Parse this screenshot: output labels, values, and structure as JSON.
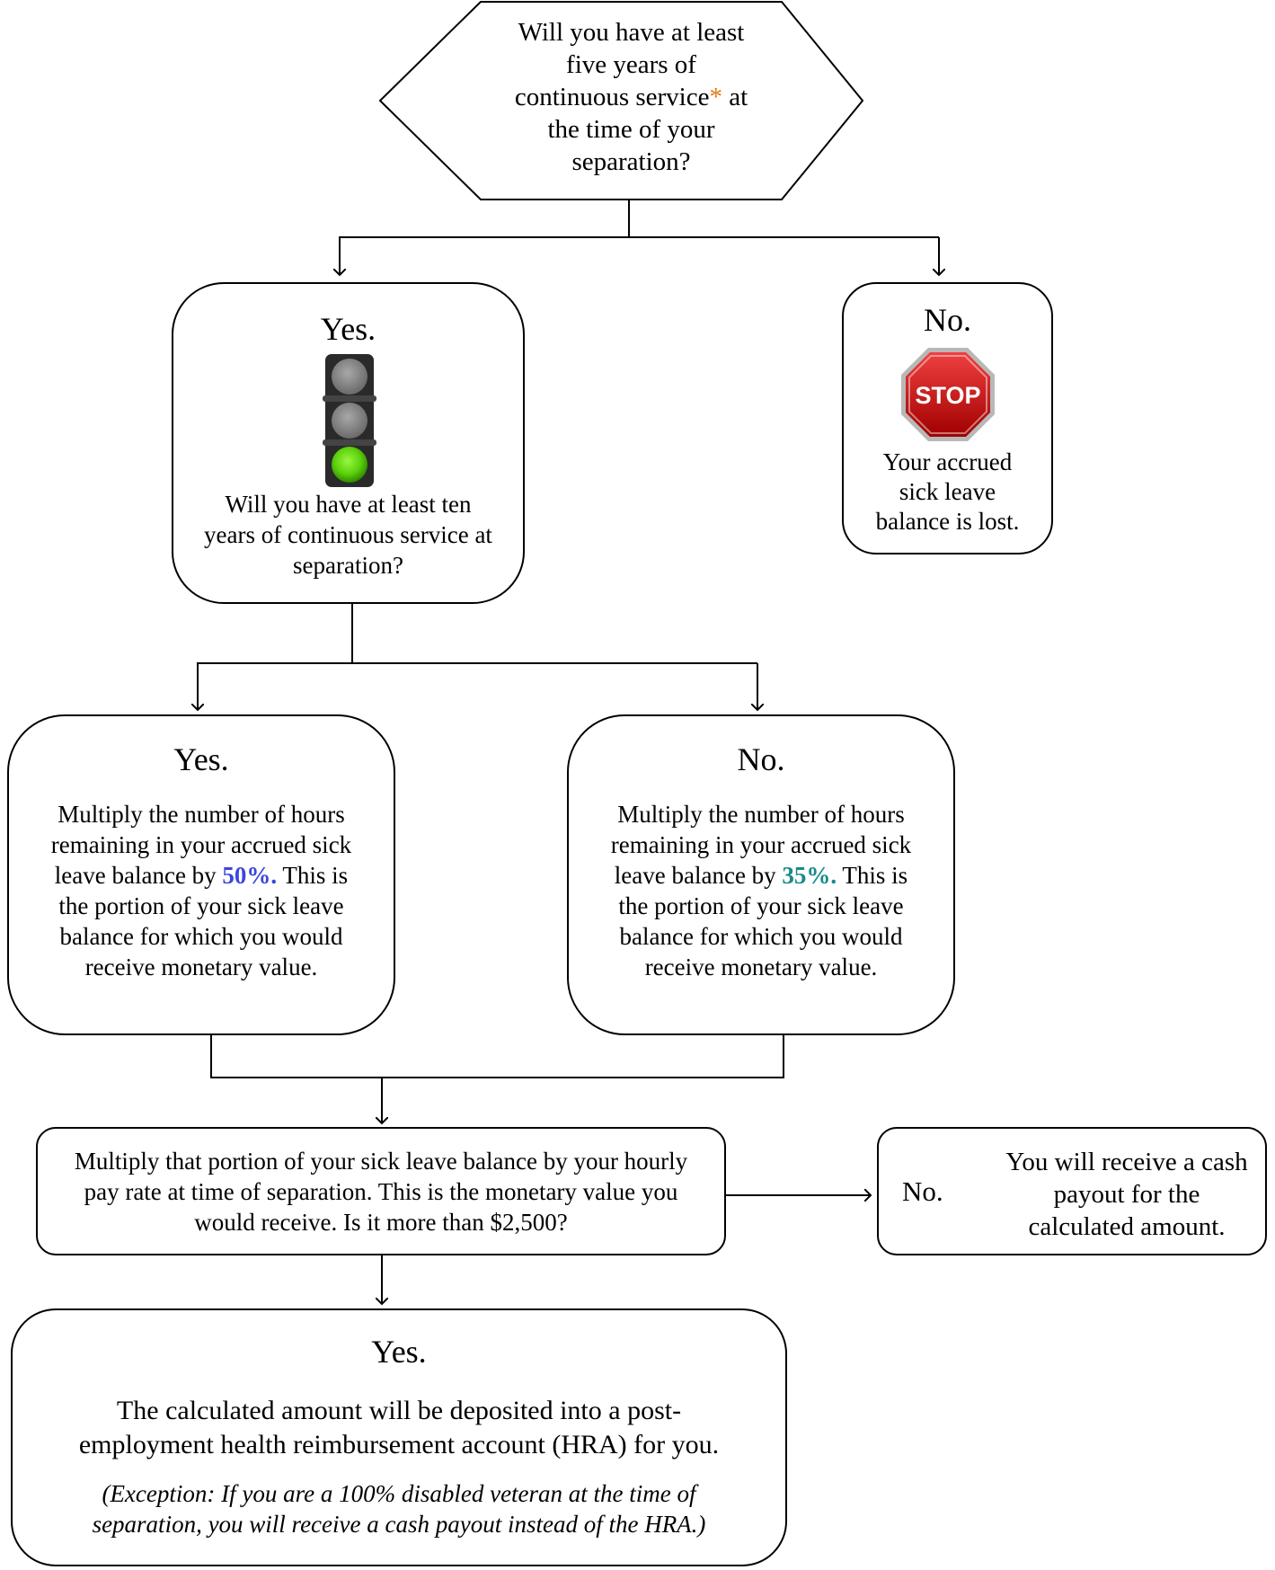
{
  "start": {
    "line1": "Will you have at least",
    "line2": "five years of",
    "line3a": "continuous service",
    "asterisk": "*",
    "line3b": " at",
    "line4": "the time of your",
    "line5": "separation?"
  },
  "five_yes": {
    "heading": "Yes.",
    "question": "Will you have at least ten years of continuous service at separation?",
    "icon": "traffic-light-green-icon"
  },
  "five_no": {
    "heading": "No.",
    "stop_label": "STOP",
    "text": "Your accrued sick leave balance is lost.",
    "icon": "stop-sign-icon"
  },
  "ten_yes": {
    "heading": "Yes.",
    "text_before": "Multiply the number of hours remaining in your accrued sick leave balance by ",
    "percent": "50%.",
    "text_after": " This is the portion of your sick leave balance for which you would receive monetary value."
  },
  "ten_no": {
    "heading": "No.",
    "text_before": "Multiply the number of hours remaining in your accrued sick leave balance by ",
    "percent": "35%.",
    "text_after": " This is the portion of your sick leave balance for which you would receive monetary value."
  },
  "calc": {
    "text": "Multiply that portion of your sick leave balance by your hourly pay rate at time of separation.  This is the monetary value you would receive.  Is it more than $2,500?"
  },
  "cash": {
    "label": "No.",
    "text": "You will receive a cash payout for the calculated amount."
  },
  "hra": {
    "heading": "Yes.",
    "text": "The calculated amount will be deposited into a post-employment health reimbursement account (HRA) for you.",
    "exception": "(Exception: If you are a 100% disabled veteran at the time of separation, you will receive a cash payout instead of the HRA.)"
  },
  "colors": {
    "percent_50": "#3a46e0",
    "percent_35": "#1a8a8c",
    "asterisk": "#e07a10",
    "stop_sign": "#d01010",
    "green_light": "#5cd20a"
  }
}
